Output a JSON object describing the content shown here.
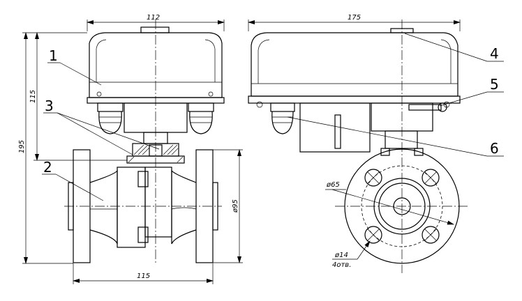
{
  "dimensions": {
    "top_width_front": "112",
    "top_width_side": "175",
    "overall_height": "195",
    "actuator_height": "115",
    "base_length": "115",
    "flange_diameter": "ø95",
    "bolt_circle": "ø65",
    "hole_diameter": "ø14",
    "hole_count": "4отв."
  },
  "callouts": {
    "c1": "1",
    "c2": "2",
    "c3": "3",
    "c4": "4",
    "c5": "5",
    "c6": "6"
  }
}
